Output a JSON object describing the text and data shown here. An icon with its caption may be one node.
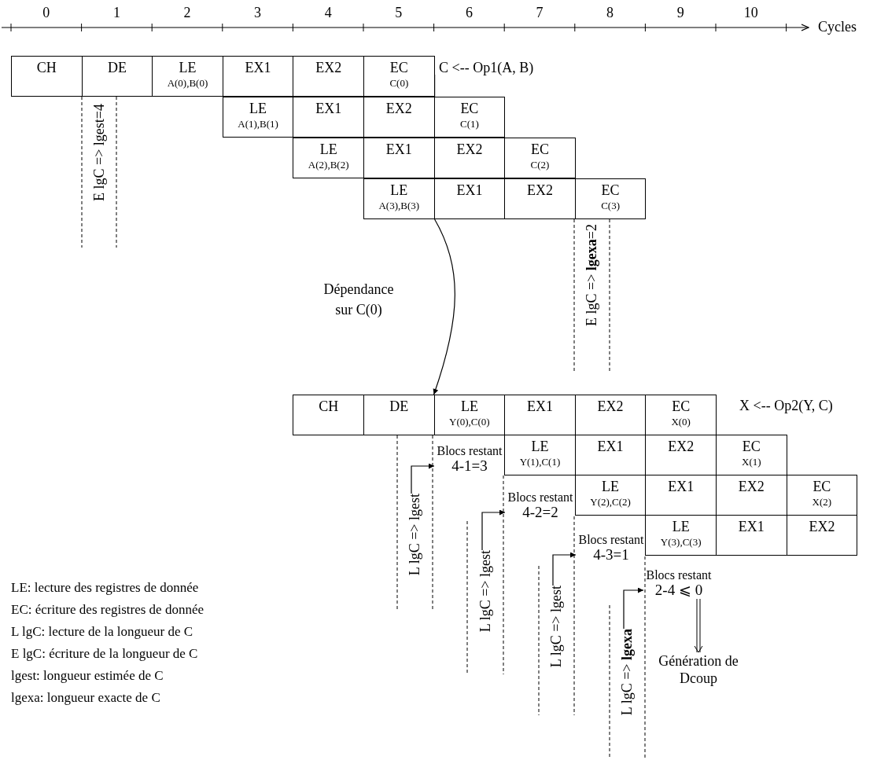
{
  "diagram": {
    "nodes": [
      {
        "text": [
          "CH"
        ]
      },
      {
        "text": [
          "DE"
        ]
      },
      {
        "text": [
          "LE",
          "A(0),B(0)"
        ]
      },
      {
        "text": [
          "EX1"
        ]
      },
      {
        "text": [
          "EX2"
        ]
      },
      {
        "text": [
          "EC",
          "C(0)"
        ]
      },
      {
        "text": [
          "LE",
          "A(1),B(1)"
        ]
      },
      {
        "text": [
          "EX1"
        ]
      },
      {
        "text": [
          "EX2"
        ]
      },
      {
        "text": [
          "EC",
          "C(1)"
        ]
      },
      {
        "text": [
          "LE",
          "A(2),B(2)"
        ]
      },
      {
        "text": [
          "EX1"
        ]
      },
      {
        "text": [
          "EX2"
        ]
      },
      {
        "text": [
          "EC",
          "C(2)"
        ]
      },
      {
        "text": [
          "LE",
          "A(3),B(3)"
        ]
      },
      {
        "text": [
          "EX1"
        ]
      },
      {
        "text": [
          "EX2"
        ]
      },
      {
        "text": [
          "EC",
          "C(3)"
        ]
      },
      {
        "text": [
          "CH"
        ]
      },
      {
        "text": [
          "DE"
        ]
      },
      {
        "text": [
          "LE",
          "Y(0),C(0)"
        ]
      },
      {
        "text": [
          "EX1"
        ]
      },
      {
        "text": [
          "EX2"
        ]
      },
      {
        "text": [
          "EC",
          "X(0)"
        ]
      },
      {
        "text": [
          "LE",
          "Y(1),C(1)"
        ]
      },
      {
        "text": [
          "EX1"
        ]
      },
      {
        "text": [
          "EX2"
        ]
      },
      {
        "text": [
          "EC",
          "X(1)"
        ]
      },
      {
        "text": [
          "LE",
          "Y(2),C(2)"
        ]
      },
      {
        "text": [
          "EX1"
        ]
      },
      {
        "text": [
          "EX2"
        ]
      },
      {
        "text": [
          "EC",
          "X(2)"
        ]
      },
      {
        "text": [
          "LE",
          "Y(3),C(3)"
        ]
      },
      {
        "text": [
          "EX1"
        ]
      },
      {
        "text": [
          "EX2"
        ]
      },
      {
        "text": [
          "L lgC => lgest"
        ]
      },
      {
        "text": [
          "Blocs restant",
          "4-1=3"
        ]
      },
      {
        "text": [
          "L lgC => lgest"
        ]
      },
      {
        "text": [
          "Blocs restant",
          "4-2=2"
        ]
      },
      {
        "text": [
          "L lgC => lgest"
        ]
      },
      {
        "text": [
          "Blocs restant",
          "4-3=1"
        ]
      },
      {
        "text": [
          "L lgC => **lgexa**"
        ]
      },
      {
        "text": [
          "Blocs restant",
          "2-4 ⩽ 0"
        ]
      },
      {
        "text": [
          "Génération de Dcoup"
        ]
      }
    ],
    "edges": [
      {
        "from": 5,
        "to": 20,
        "arrow": "to",
        "label": "Dépendance sur C(0)"
      },
      {
        "from": 35,
        "to": 36,
        "arrow": "to"
      },
      {
        "from": 37,
        "to": 38,
        "arrow": "to"
      },
      {
        "from": 39,
        "to": 40,
        "arrow": "to"
      },
      {
        "from": 41,
        "to": 42,
        "arrow": "to"
      },
      {
        "from": 42,
        "to": 43,
        "arrow": "to"
      }
    ],
    "labels": [
      "0",
      "1",
      "2",
      "3",
      "4",
      "5",
      "6",
      "7",
      "8",
      "9",
      "10",
      "Cycles",
      "C <-- Op1(A, B)",
      "E lgC => lgest=4",
      "E lgC => **lgexa**=2",
      "X <-- Op2(Y, C)",
      "LE: lecture des registres de donnée",
      "EC: écriture des registres de donnée",
      "L lgC: lecture de la longueur de C",
      "E lgC: écriture de la longueur de C",
      "lgest: longueur estimée de C",
      "lgexa: longueur exacte de C"
    ]
  }
}
